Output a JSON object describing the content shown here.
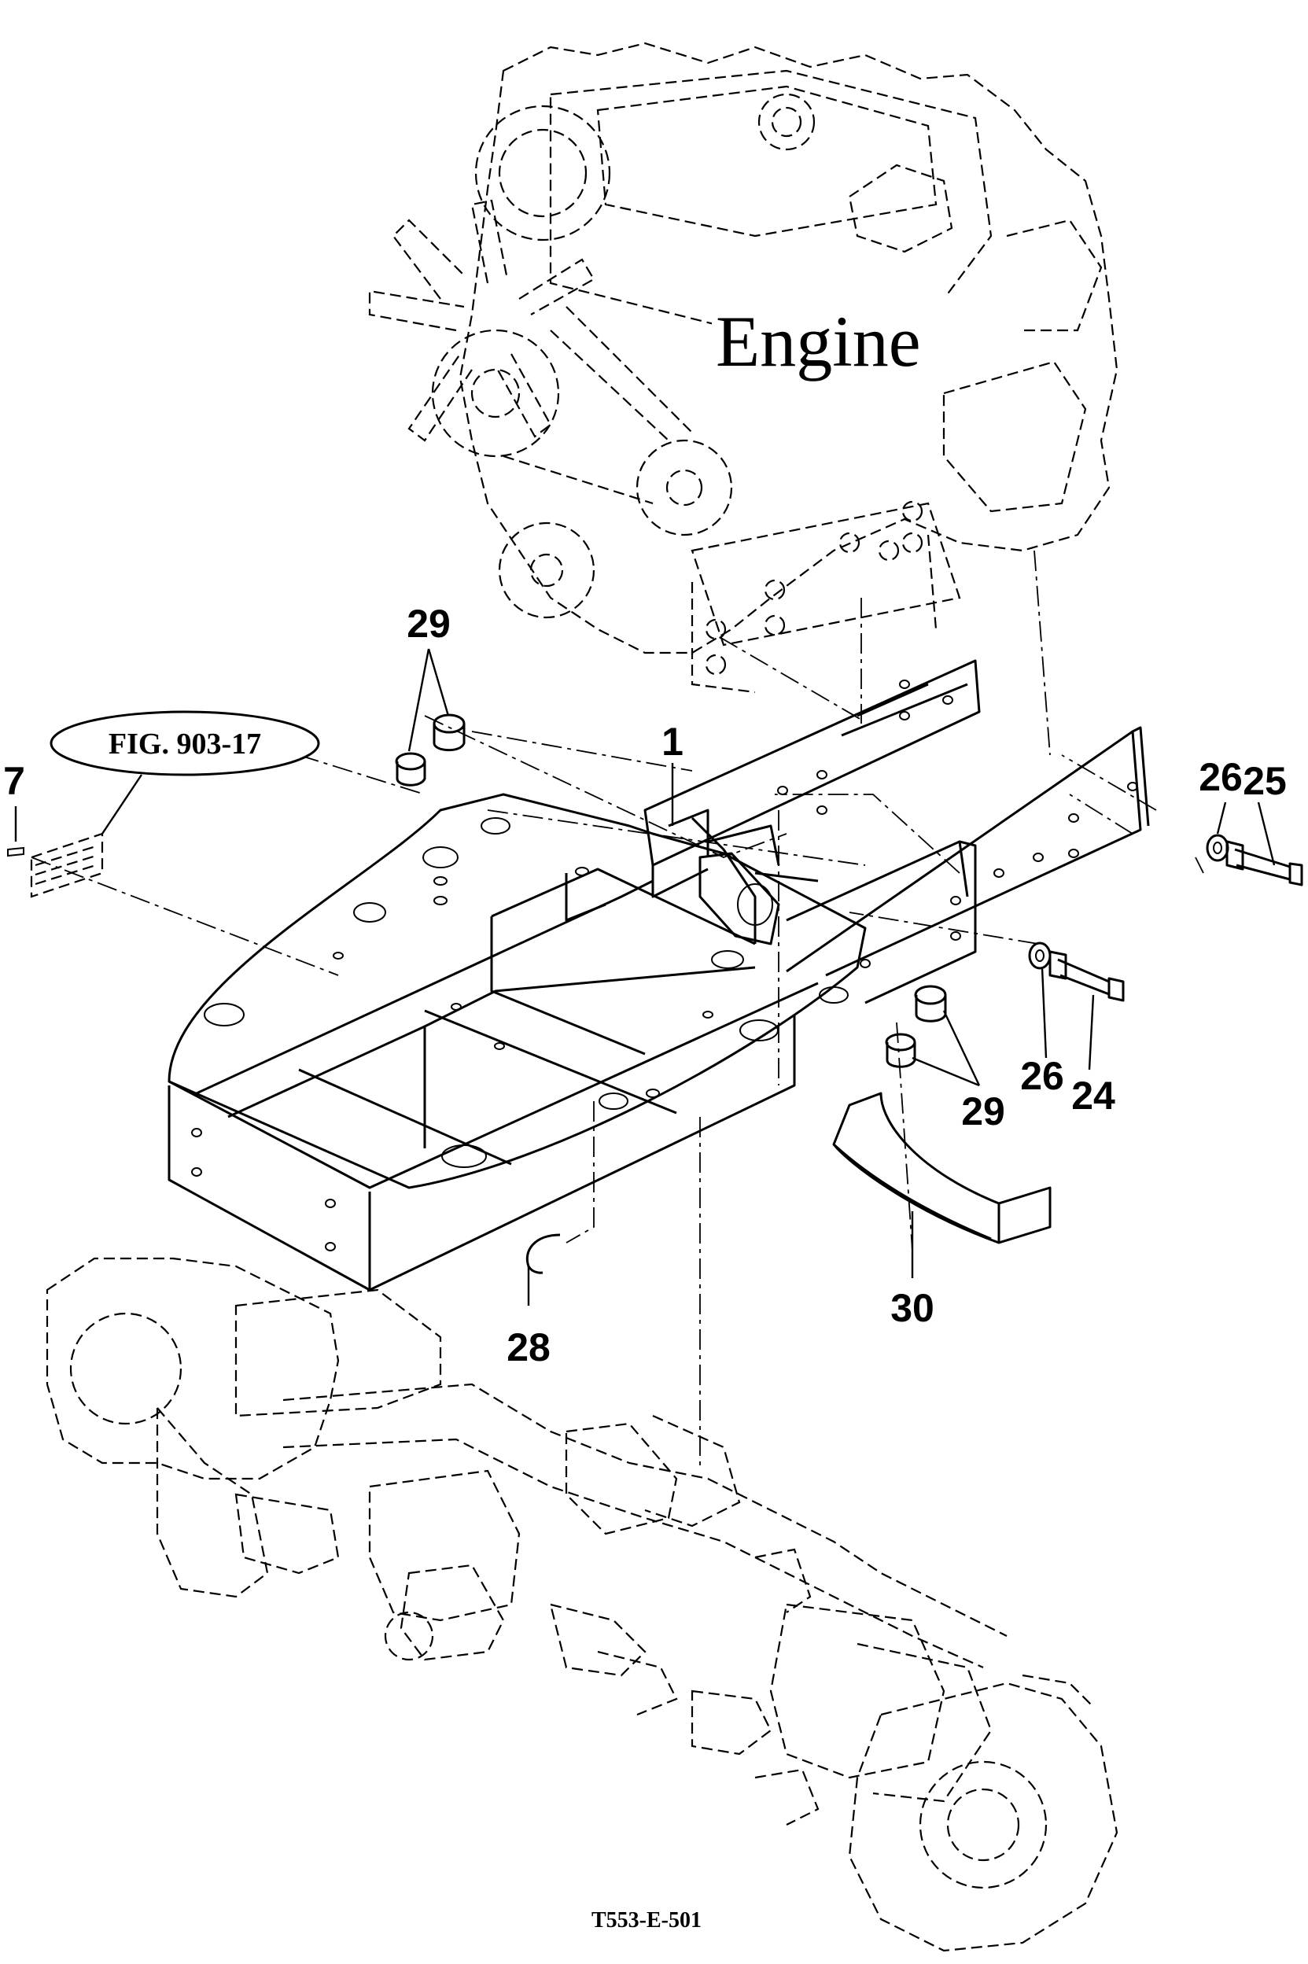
{
  "diagram": {
    "engine_label": "Engine",
    "figure_reference": "FIG. 903-17",
    "drawing_code": "T553-E-501",
    "callouts": {
      "frame": "1",
      "bolt_small": "7",
      "bolt_long_lower": "24",
      "bolt_long_upper": "25",
      "washer_upper": "26",
      "washer_lower": "26",
      "clip": "28",
      "bushing_upper": "29",
      "bushing_lower": "29",
      "cover": "30"
    }
  }
}
